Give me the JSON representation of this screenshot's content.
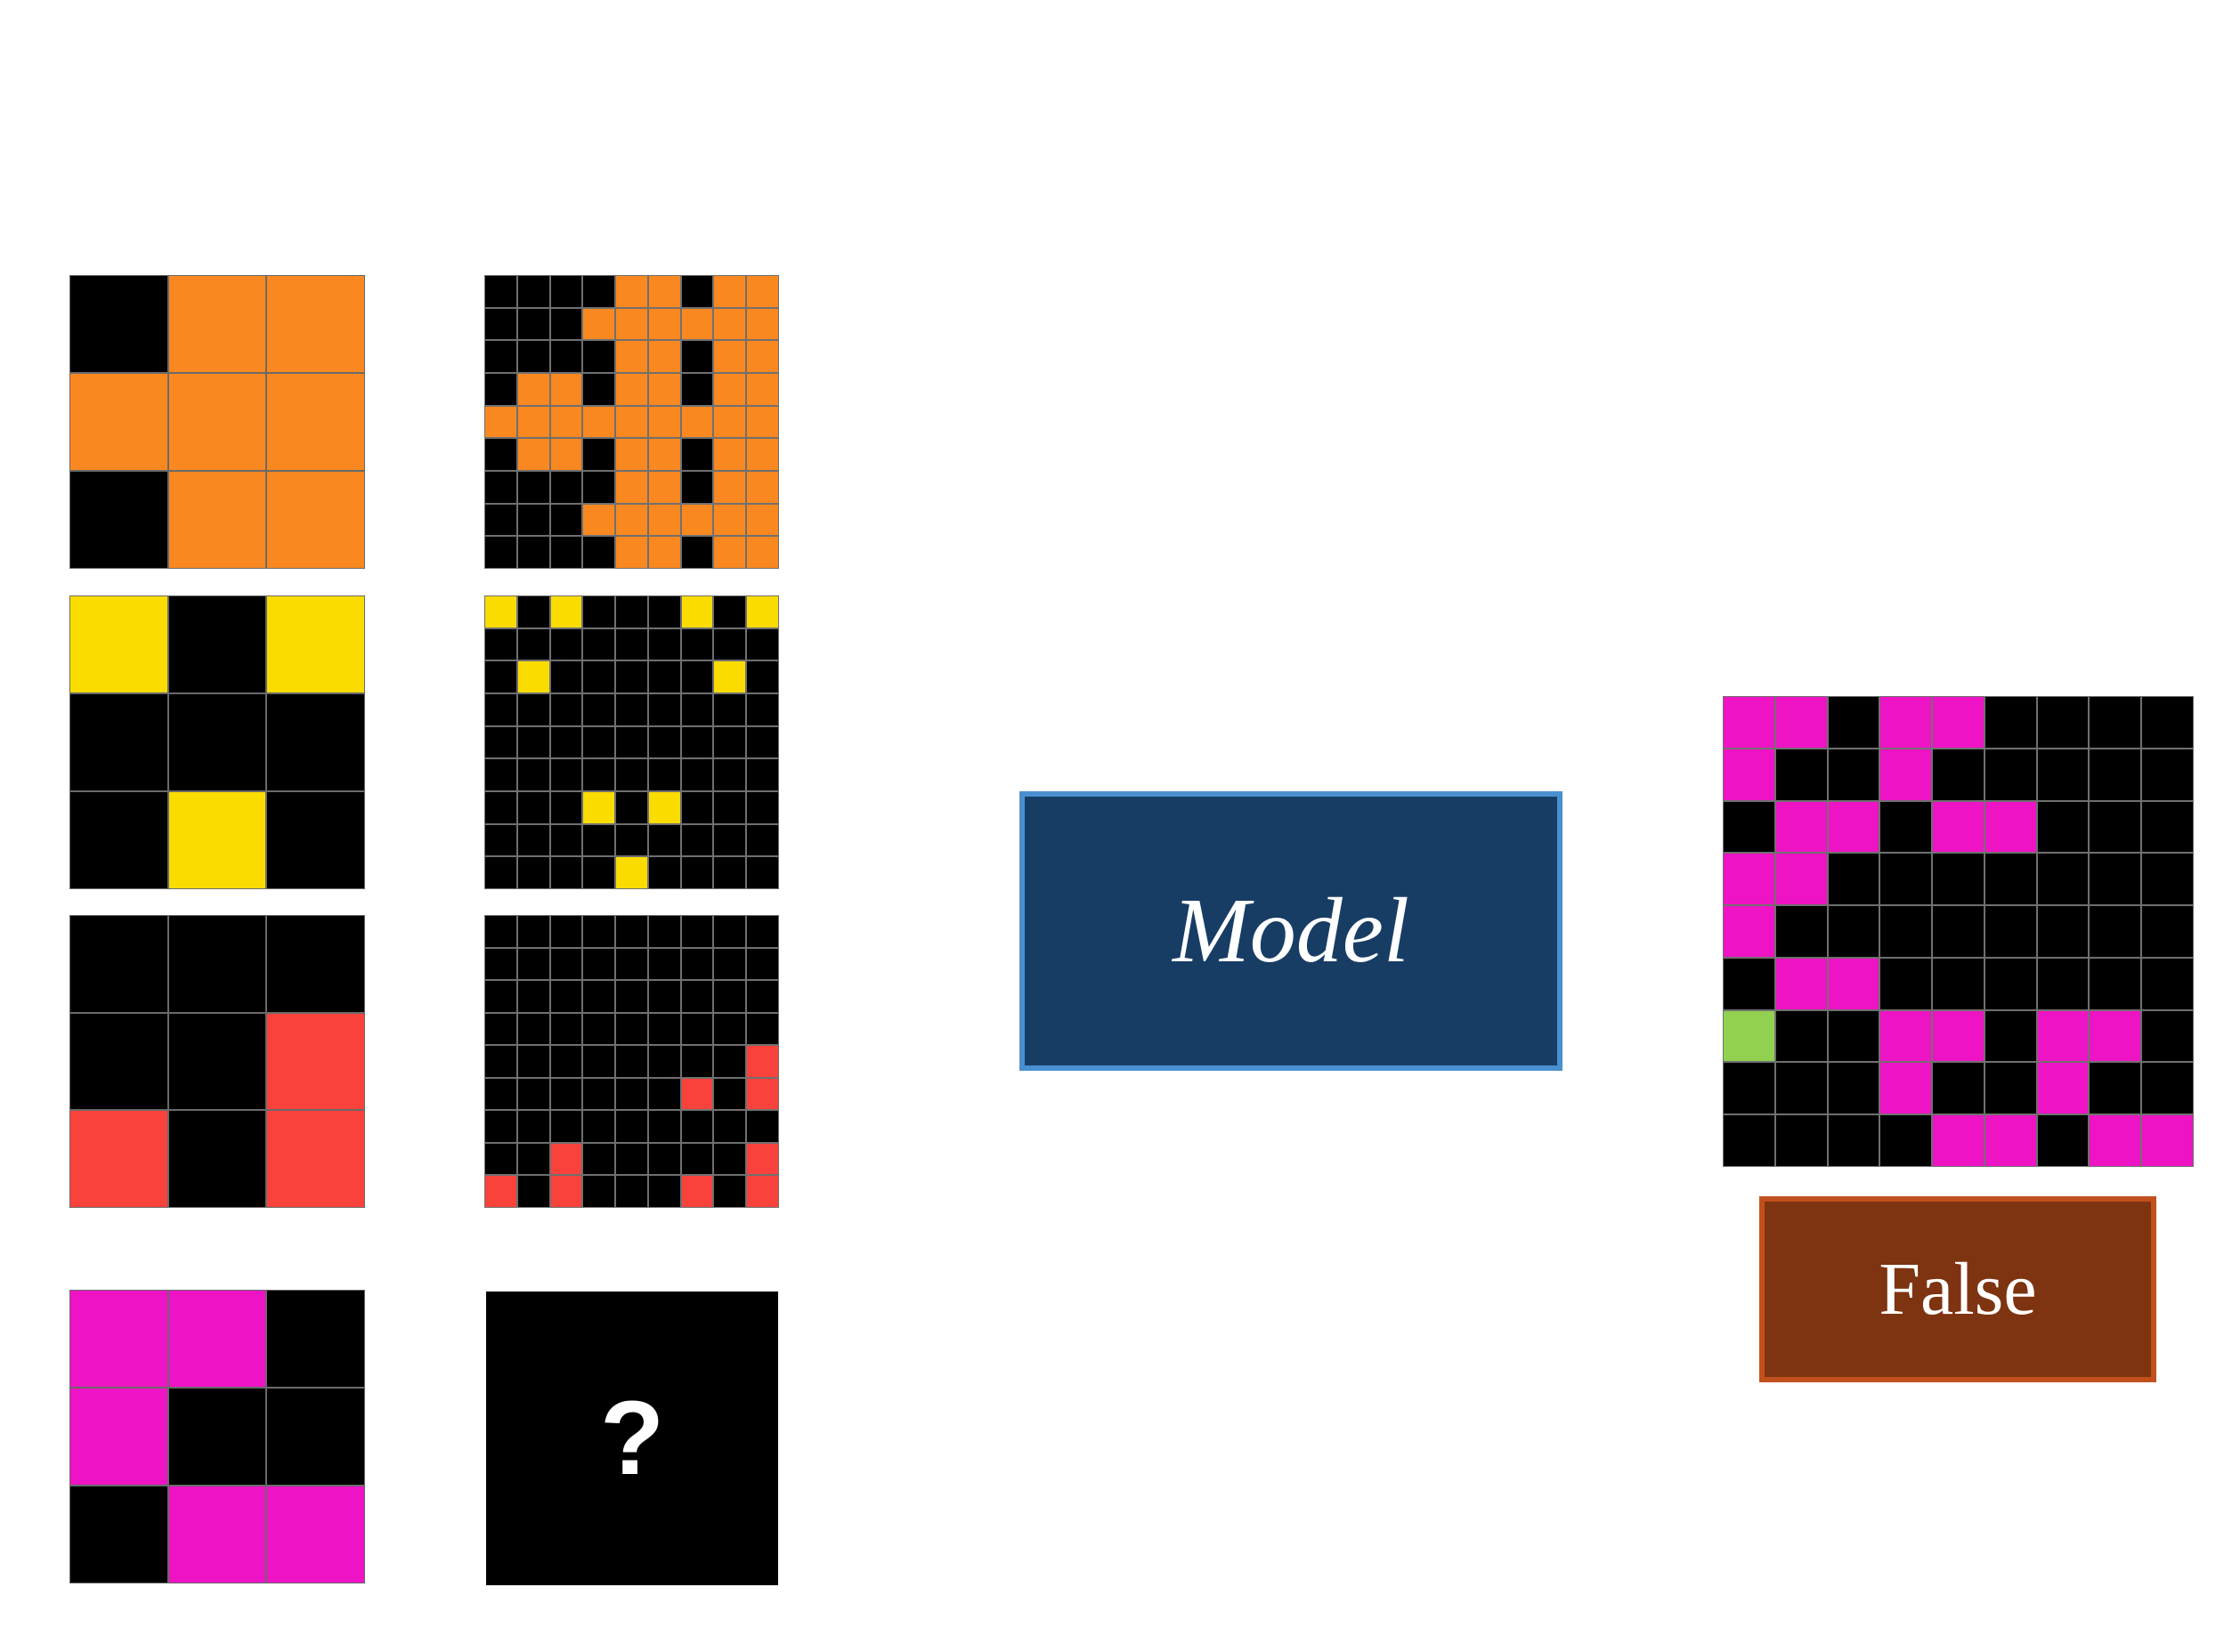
{
  "colors": {
    "black": "#000000",
    "orange": "#f98820",
    "yellow": "#fadc00",
    "red": "#f9423b",
    "magenta": "#ee13c4",
    "green": "#92d050",
    "model_fill": "#183d64",
    "model_border": "#4a90d0",
    "result_fill": "#7e3411",
    "result_border": "#c2501c"
  },
  "palette": {
    "0": "#000000",
    "1": "#f98820",
    "2": "#fadc00",
    "3": "#f9423b",
    "4": "#ee13c4",
    "5": "#92d050"
  },
  "examples": [
    {
      "input": [
        "011",
        "111",
        "011"
      ],
      "output": [
        "000011011",
        "000111111",
        "000011011",
        "011011011",
        "111111111",
        "011011011",
        "000011011",
        "000111111",
        "000011011"
      ]
    },
    {
      "input": [
        "202",
        "000",
        "020"
      ],
      "output": [
        "202000202",
        "000000000",
        "020000020",
        "000000000",
        "000000000",
        "000000000",
        "000202000",
        "000000000",
        "000020000"
      ]
    },
    {
      "input": [
        "000",
        "003",
        "303"
      ],
      "output": [
        "000000000",
        "000000000",
        "000000000",
        "000000000",
        "000000003",
        "000000303",
        "000000000",
        "003000003",
        "303000303"
      ]
    }
  ],
  "test": {
    "input": [
      "440",
      "400",
      "044"
    ],
    "placeholder": "?"
  },
  "model_label": "Model",
  "prediction": [
    "440440000",
    "400400000",
    "044044000",
    "440000000",
    "400000000",
    "044000000",
    "500440440",
    "000400400",
    "000044044"
  ],
  "verdict": "False",
  "icons": {
    "unknown_output": "question-mark-icon"
  }
}
